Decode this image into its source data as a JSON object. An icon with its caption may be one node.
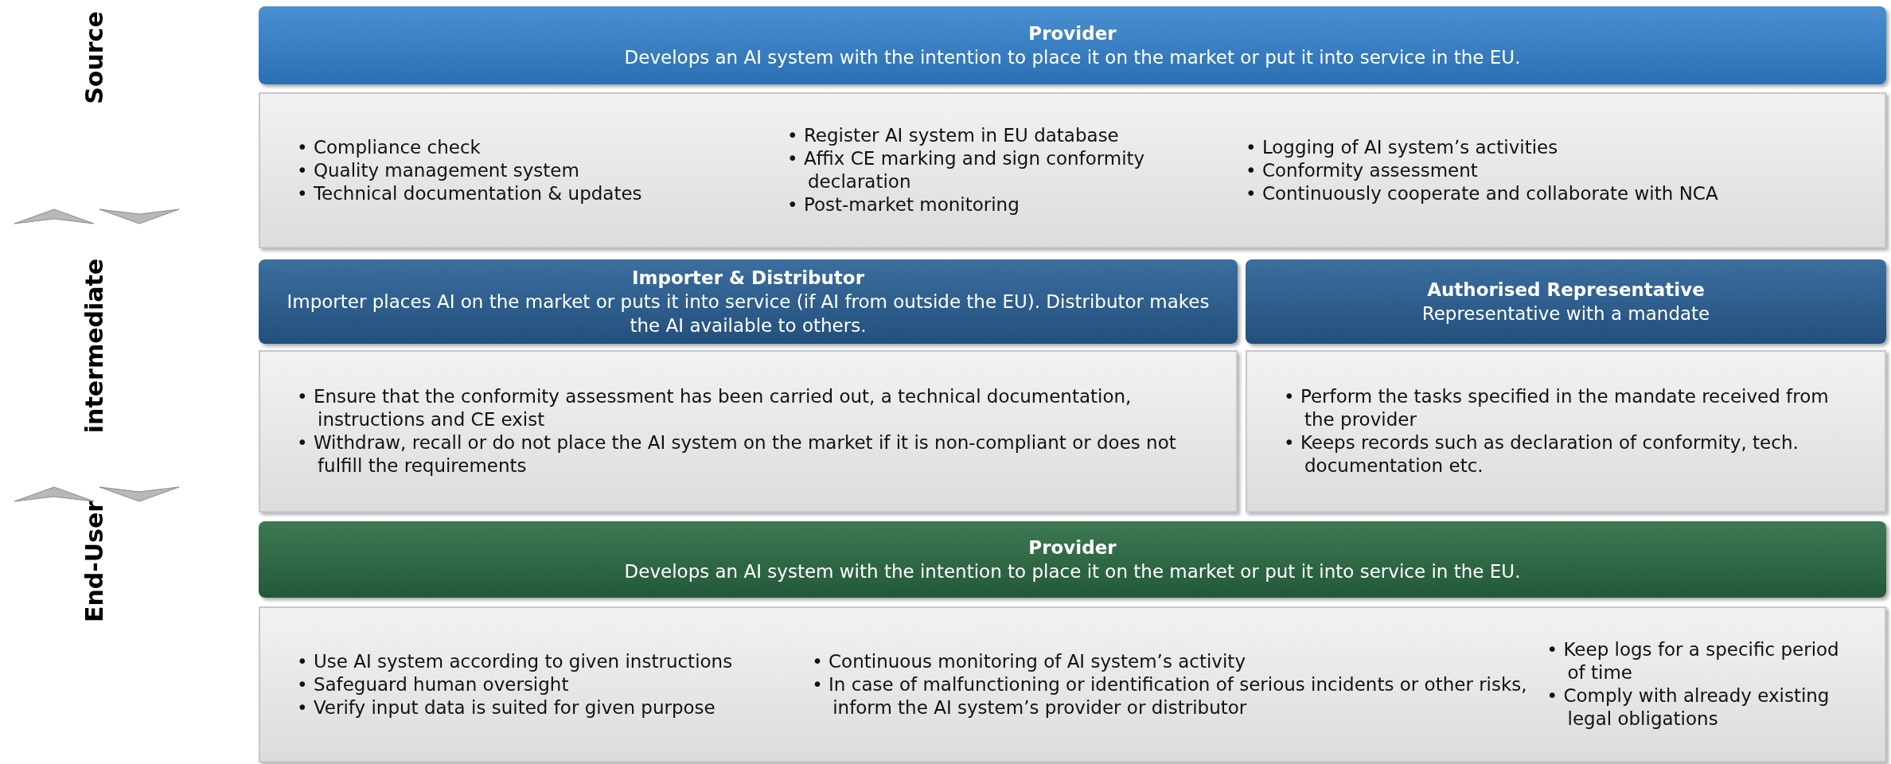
{
  "diagram": {
    "nodes": [
      {
        "text": [
          "Provider",
          "Develops an AI system with the intention to place it on the market or put it into service in the EU."
        ]
      },
      {
        "text": [
          "• Compliance check",
          "• Quality management system",
          "• Technical documentation & updates",
          "• Register AI system in EU database",
          "• Affix CE marking and sign conformity declaration",
          "• Post-market monitoring",
          "• Logging of AI system’s activities",
          "• Conformity assessment",
          "• Continuously cooperate and collaborate with NCA"
        ]
      },
      {
        "text": [
          "Importer & Distributor",
          "Importer places AI on the market or puts it into service (if AI from outside the EU). Distributor makes the AI available to others."
        ]
      },
      {
        "text": [
          "Authorised Representative",
          "Representative with a mandate"
        ]
      },
      {
        "text": [
          "• Ensure that the conformity assessment has been carried out, a technical documentation, instructions and CE exist",
          "• Withdraw, recall or do not place the AI system on the market if it is non-compliant or does not fulfill the requirements"
        ]
      },
      {
        "text": [
          "• Perform the tasks specified in the mandate received from the provider",
          "• Keeps records such as declaration of conformity, tech. documentation etc."
        ]
      },
      {
        "text": [
          "Provider",
          "Develops an AI system with the intention to place it on the market or put it into service in the EU."
        ]
      },
      {
        "text": [
          "• Use AI system according to given instructions",
          "• Safeguard human oversight",
          "• Verify input data is suited for given purpose",
          "• Continuous monitoring of AI system’s activity",
          "• In case of malfunctioning or identification of serious incidents or other risks, inform the AI system’s provider or distributor",
          "• Keep logs for a specific period of time",
          "• Comply with already existing legal obligations"
        ]
      }
    ],
    "labels": [
      "Source",
      "intermediate",
      "End-User"
    ]
  }
}
